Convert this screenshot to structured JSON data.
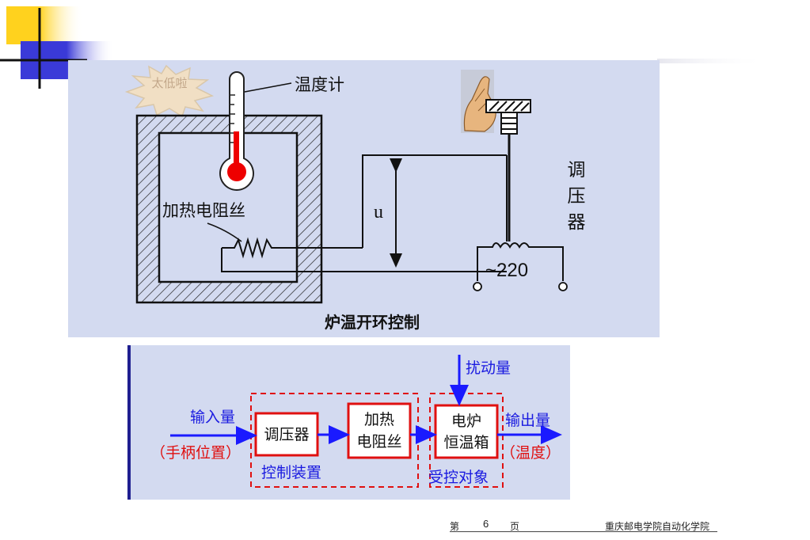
{
  "top_diagram": {
    "star_label": "太低啦",
    "thermometer_label": "温度计",
    "heater_label": "加热电阻丝",
    "voltage_label": "u",
    "regulator_label": [
      "调",
      "压",
      "器"
    ],
    "source_label": "~220",
    "caption": "炉温开环控制"
  },
  "block_diagram": {
    "disturbance": "扰动量",
    "input": "输入量",
    "input_note": "（手柄位置）",
    "output": "输出量",
    "output_note": "（温度）",
    "block1": "调压器",
    "block2": [
      "加热",
      "电阻丝"
    ],
    "block3": [
      "电炉",
      "恒温箱"
    ],
    "group1": "控制装置",
    "group2": "受控对象"
  },
  "footer": {
    "page_prefix": "第",
    "page_number": "6",
    "page_suffix": "页",
    "institution": "重庆邮电学院自动化学院"
  },
  "colors": {
    "panel_bg": "#d3daf0",
    "thermometer_red": "#ee0000",
    "block_red": "#e01010",
    "arrow_blue": "#1a1aff",
    "deco_yellow": "#ffd21e",
    "deco_blue": "#3a3ad8"
  }
}
